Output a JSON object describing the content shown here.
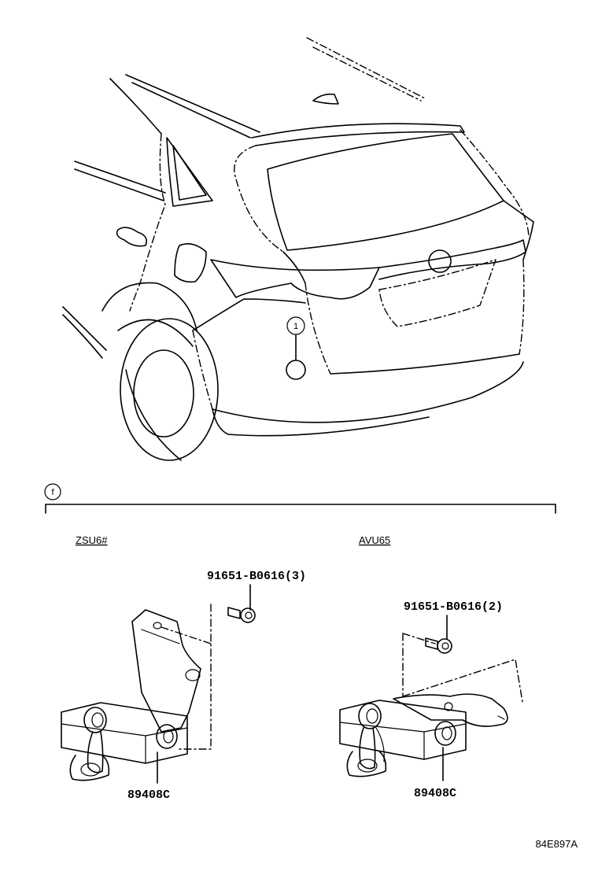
{
  "callout_main": "1",
  "section_marker": "f",
  "left_variant": {
    "model": "ZSU6#",
    "bolt_part": "91651-B0616(3)",
    "sensor_part": "89408C"
  },
  "right_variant": {
    "model": "AVU65",
    "bolt_part": "91651-B0616(2)",
    "sensor_part": "89408C"
  },
  "diagram_code": "84E897A"
}
